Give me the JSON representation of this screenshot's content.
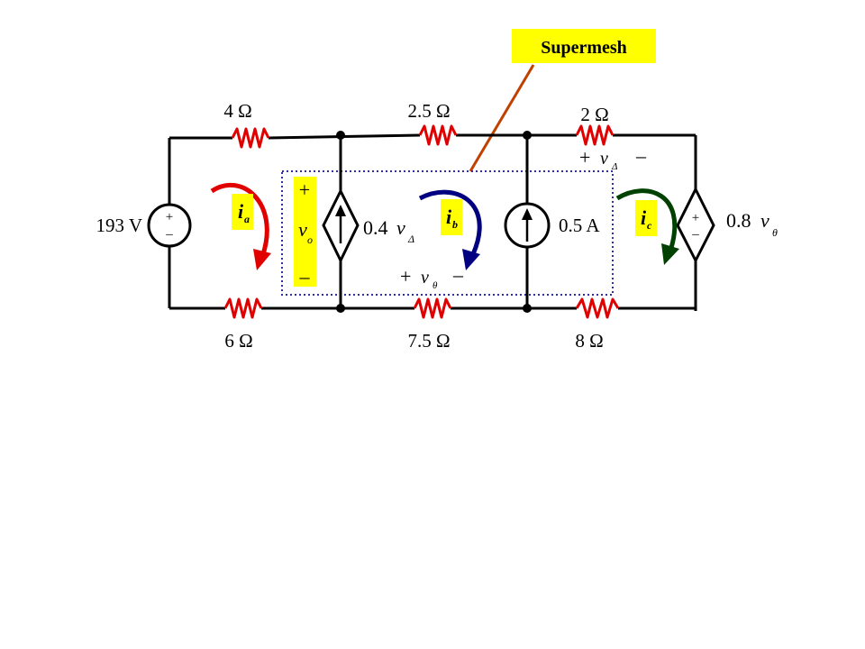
{
  "callout": {
    "text": "Supermesh"
  },
  "resistors": {
    "top_left": "4 Ω",
    "top_mid": "2.5 Ω",
    "top_right": "2 Ω",
    "bottom_left": "6 Ω",
    "bottom_mid": "7.5 Ω",
    "bottom_right": "8 Ω"
  },
  "sources": {
    "voltage_source": "193 V",
    "current_source": "0.5 A",
    "dep_current_coef": "0.4",
    "dep_current_var": "v",
    "dep_current_sub": "Δ",
    "dep_voltage_coef": "0.8",
    "dep_voltage_var": "v",
    "dep_voltage_sub": "θ"
  },
  "voltages": {
    "v_delta_plus": "+",
    "v_delta_var": "v",
    "v_delta_sub": "Δ",
    "v_delta_minus": "–",
    "v_theta_plus": "+",
    "v_theta_var": "v",
    "v_theta_sub": "θ",
    "v_theta_minus": "–",
    "vo_plus": "+",
    "vo_var": "v",
    "vo_sub": "o",
    "vo_minus": "–",
    "src_plus": "+",
    "src_minus": "–"
  },
  "mesh_currents": {
    "ia_var": "i",
    "ia_sub": "a",
    "ib_var": "i",
    "ib_sub": "b",
    "ic_var": "i",
    "ic_sub": "c"
  },
  "colors": {
    "callout_bg": "#ffff00",
    "label_bg": "#ffff00",
    "mesh_a": "#e00000",
    "mesh_b": "#000080",
    "mesh_c": "#004000",
    "pointer": "#c04000",
    "resistor": "#e00000",
    "supermesh_box": "#3030a0"
  }
}
